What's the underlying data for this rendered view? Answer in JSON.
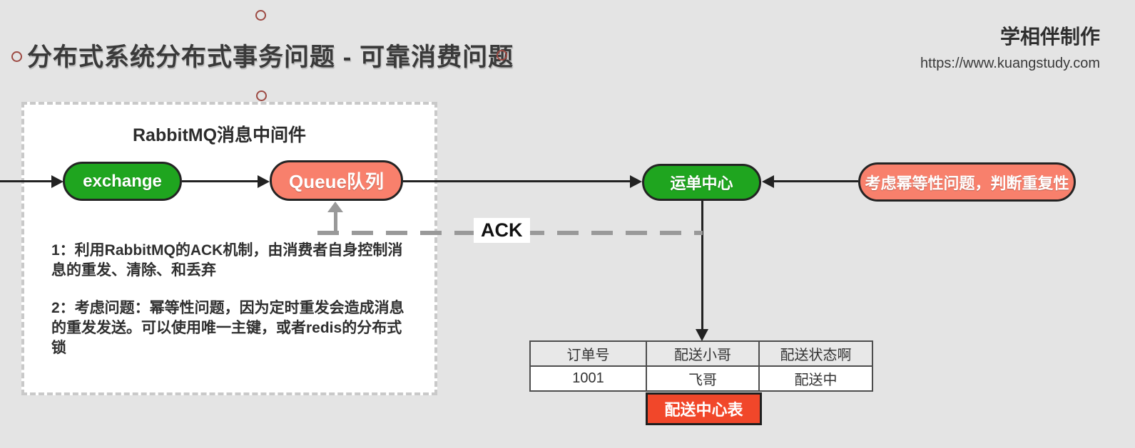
{
  "title": {
    "text": "分布式系统分布式事务问题 - 可靠消费问题"
  },
  "brand": {
    "name": "学相伴制作",
    "url": "https://www.kuangstudy.com"
  },
  "mq_box": {
    "title": "RabbitMQ消息中间件",
    "exchange": "exchange",
    "queue": "Queue队列",
    "note1": "1：利用RabbitMQ的ACK机制，由消费者自身控制消息的重发、清除、和丢弃",
    "note2": "2：考虑问题：幂等性问题，因为定时重发会造成消息的重发发送。可以使用唯一主键，或者redis的分布式锁"
  },
  "flow": {
    "consumer": "运单中心",
    "idempotency": "考虑幂等性问题，判断重复性",
    "ack": "ACK"
  },
  "delivery_table": {
    "headers": [
      "订单号",
      "配送小哥",
      "配送状态啊"
    ],
    "rows": [
      [
        "1001",
        "飞哥",
        "配送中"
      ]
    ],
    "caption": "配送中心表"
  },
  "colors": {
    "background": "#e4e4e4",
    "node_green": "#1fa51f",
    "node_salmon": "#f8806c",
    "caption_red": "#f1472a",
    "ack_gray": "#999999",
    "handle_ring": "#9d4a43"
  }
}
